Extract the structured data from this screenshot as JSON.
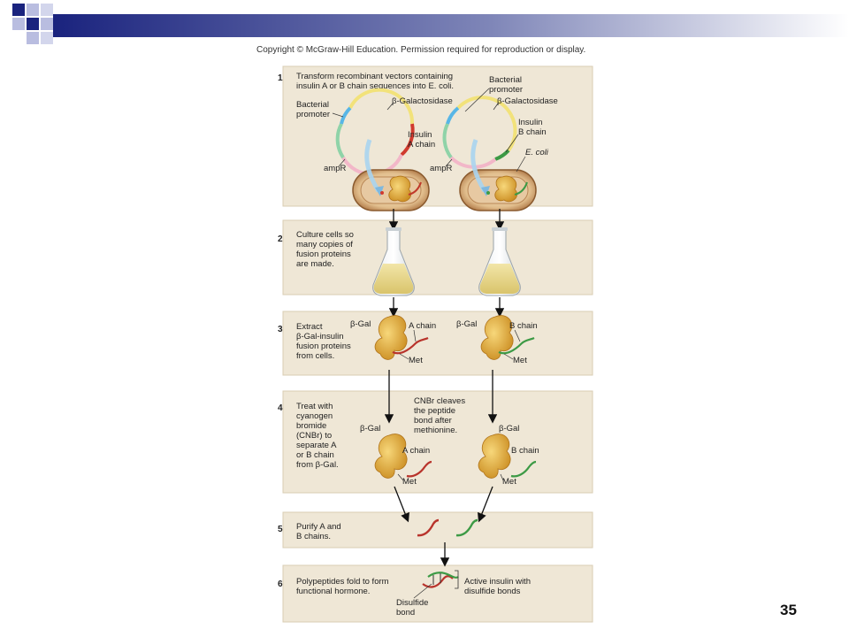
{
  "copyright": "Copyright © McGraw-Hill Education. Permission required for reproduction or display.",
  "page_number": "35",
  "colors": {
    "panel": "#efe7d6",
    "a_chain": "#b8332b",
    "b_chain": "#3c9a45",
    "beta_gal": "#e6b33a",
    "deco_blue": "#1a237e"
  },
  "steps": [
    {
      "num": "1",
      "lines": [
        "Transform recombinant vectors containing",
        "insulin A or B chain sequences into E. coli."
      ]
    },
    {
      "num": "2",
      "lines": [
        "Culture cells so",
        "many copies of",
        "fusion proteins",
        "are made."
      ]
    },
    {
      "num": "3",
      "lines": [
        "Extract",
        "β-Gal-insulin",
        "fusion proteins",
        "from cells."
      ]
    },
    {
      "num": "4",
      "lines": [
        "Treat with",
        "cyanogen",
        "bromide",
        "(CNBr) to",
        "separate A",
        "or B chain",
        "from β-Gal."
      ]
    },
    {
      "num": "5",
      "lines": [
        "Purify A and",
        "B chains."
      ]
    },
    {
      "num": "6",
      "lines": [
        "Polypeptides fold to form",
        "functional hormone."
      ]
    }
  ],
  "labels": {
    "bacterial_promoter_left": [
      "Bacterial",
      "promoter"
    ],
    "beta_gal_left": "β-Galactosidase",
    "insulin_a": [
      "Insulin",
      "A chain"
    ],
    "ampr_left": "ampR",
    "bacterial_promoter_right": [
      "Bacterial",
      "promoter"
    ],
    "beta_gal_right": "β-Galactosidase",
    "insulin_b": [
      "Insulin",
      "B chain"
    ],
    "ecoli": "E. coli",
    "ampr_right": "ampR",
    "s3_bgal_left": "β-Gal",
    "s3_achain": "A chain",
    "s3_met_left": "Met",
    "s3_bgal_right": "β-Gal",
    "s3_bchain": "B chain",
    "s3_met_right": "Met",
    "cnbr_note": [
      "CNBr cleaves",
      "the peptide",
      "bond after",
      "methionine."
    ],
    "s4_bgal_left": "β-Gal",
    "s4_achain": "A chain",
    "s4_met_left": "Met",
    "s4_bgal_right": "β-Gal",
    "s4_bchain": "B chain",
    "s4_met_right": "Met",
    "active_insulin": [
      "Active insulin with",
      "disulfide bonds"
    ],
    "disulfide": [
      "Disulfide",
      "bond"
    ]
  }
}
